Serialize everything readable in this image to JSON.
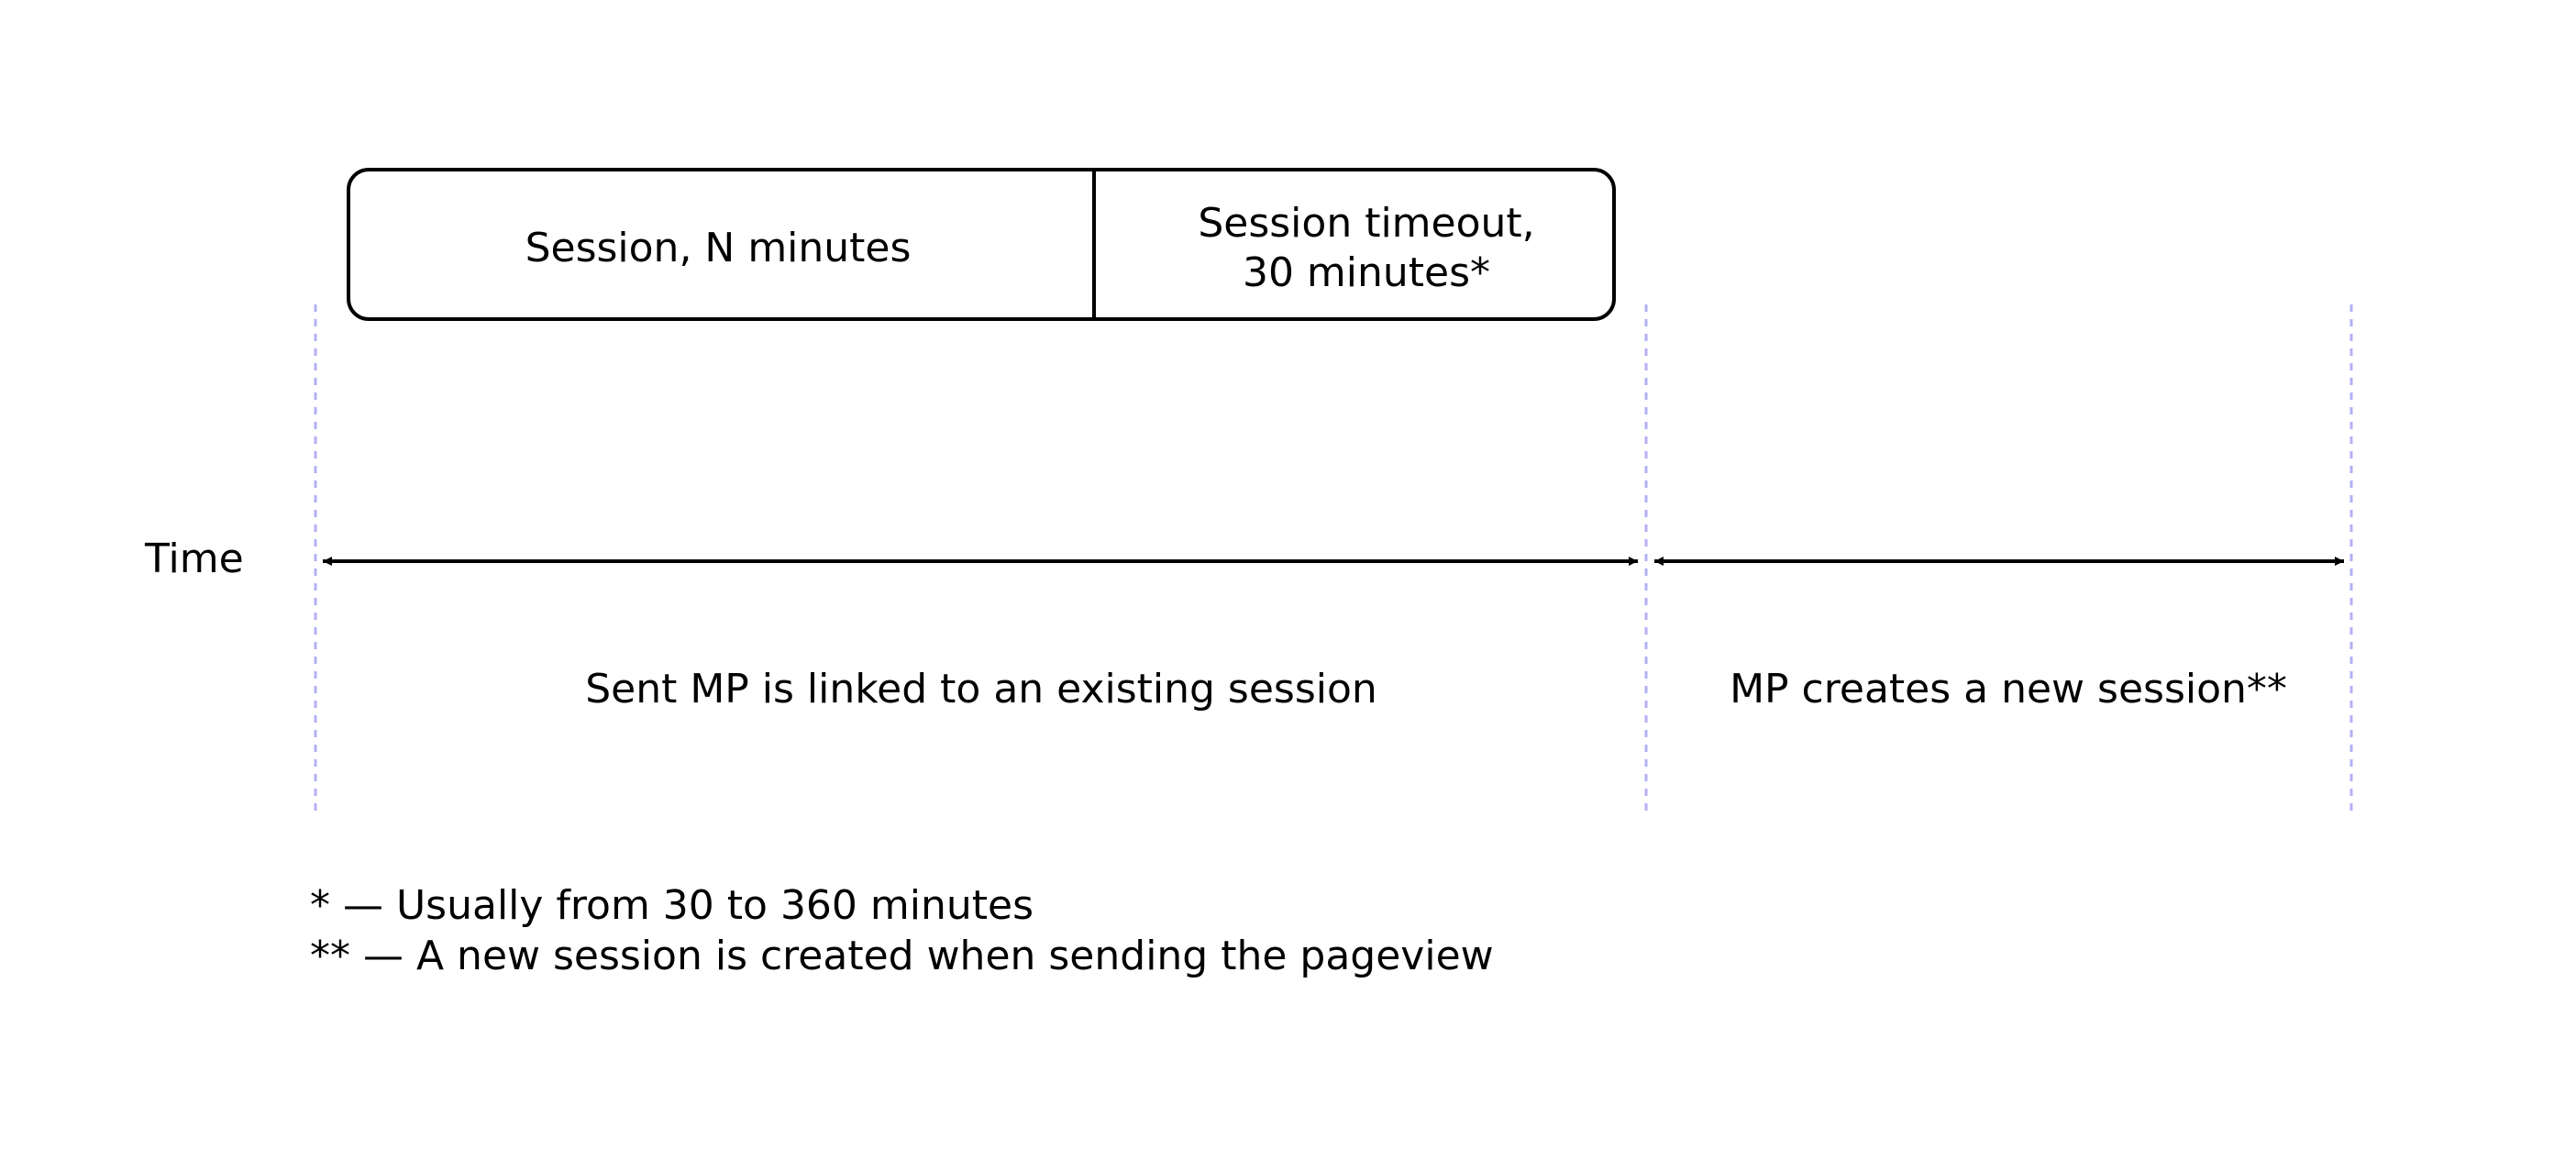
{
  "session_box": {
    "session_label": "Session, N minutes",
    "timeout_label_line1": "Session timeout,",
    "timeout_label_line2": "30 minutes*"
  },
  "timeline": {
    "axis_label": "Time",
    "existing_session_label": "Sent MP is linked to an existing session",
    "new_session_label": "MP creates a new session**"
  },
  "footnotes": {
    "note1": "* — Usually from 30 to 360 minutes",
    "note2": "** — A new session is created when sending the pageview"
  },
  "colors": {
    "line": "#000000",
    "guide": "#b3b0f5",
    "text": "#000000",
    "background": "#ffffff"
  }
}
